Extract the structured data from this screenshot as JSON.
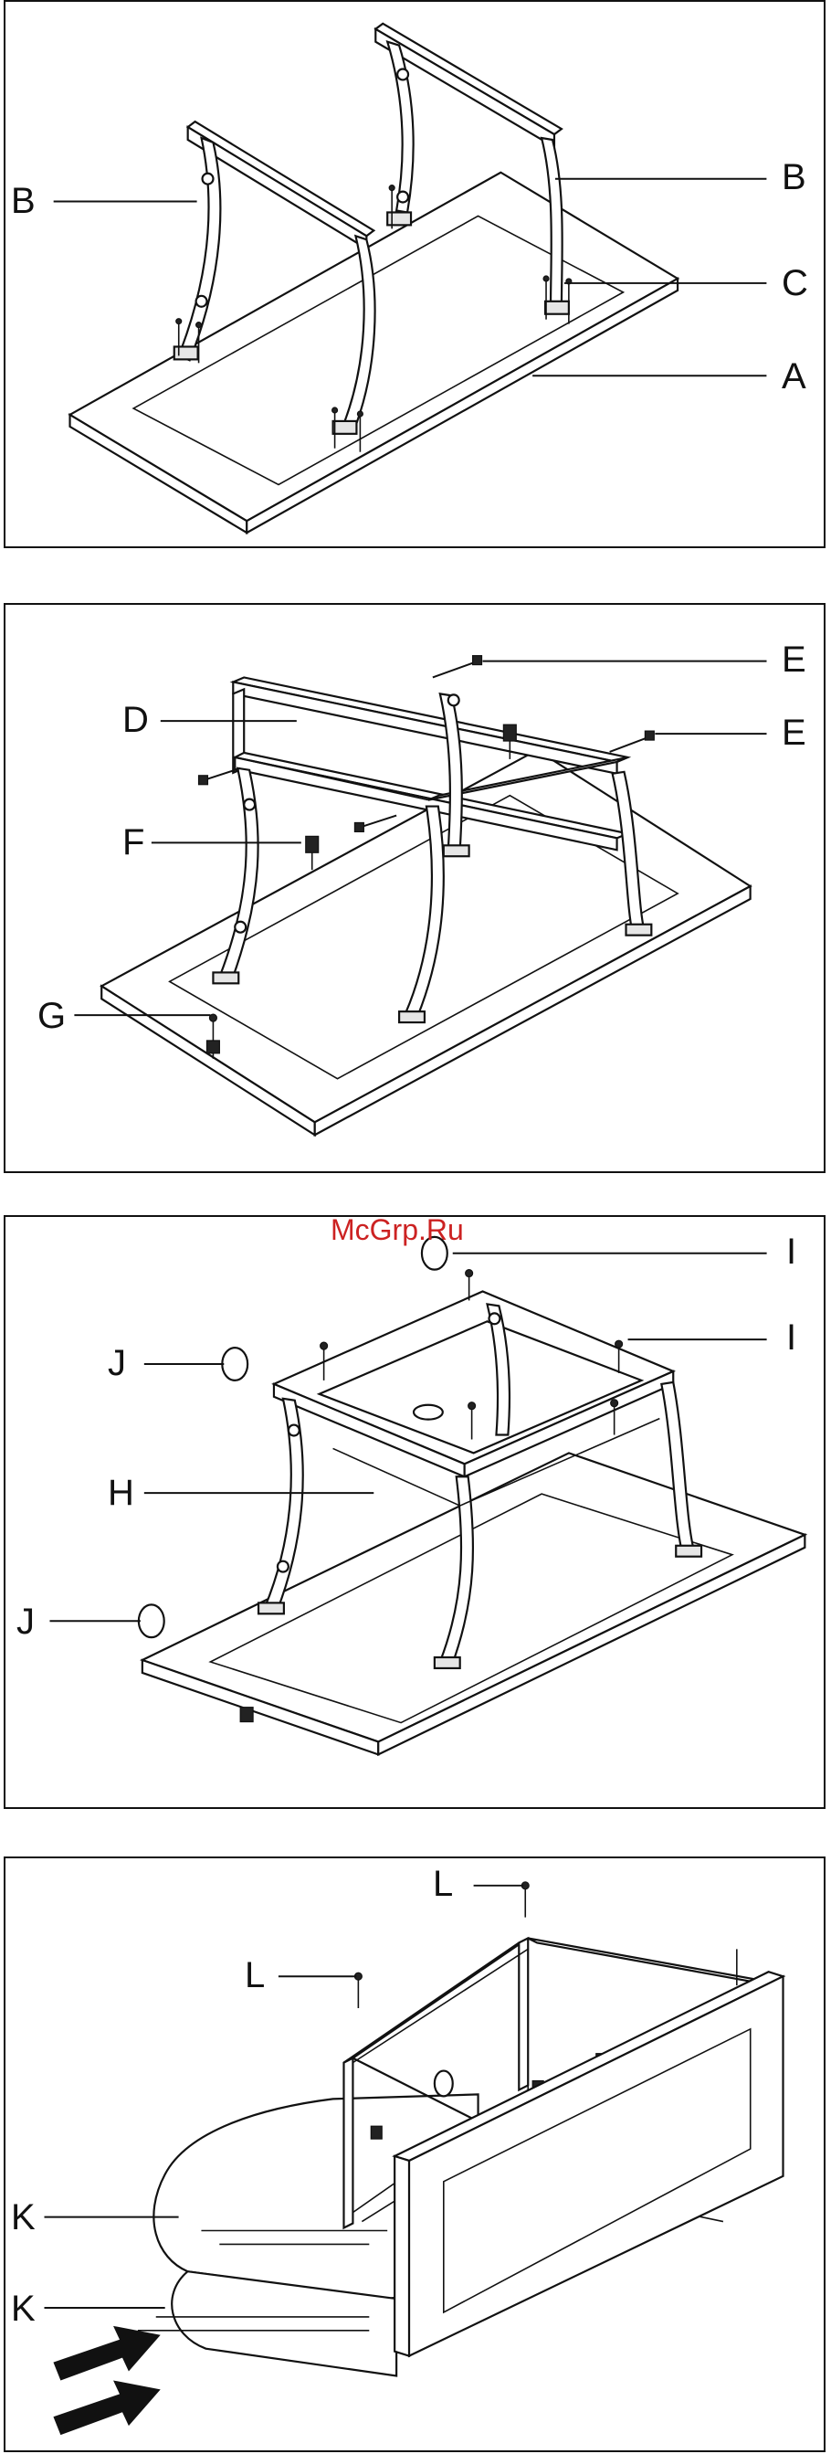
{
  "watermark": "McGrp.Ru",
  "step1": {
    "labels": {
      "b_left": "B",
      "b_right": "B",
      "c": "C",
      "a": "A"
    }
  },
  "step2": {
    "labels": {
      "e_top": "E",
      "e_right": "E",
      "d": "D",
      "f": "F",
      "g": "G"
    }
  },
  "step3": {
    "labels": {
      "i_top": "I",
      "i_right": "I",
      "j_top": "J",
      "h": "H",
      "j_bottom": "J"
    }
  },
  "step4": {
    "labels": {
      "l_top": "L",
      "l_left": "L",
      "k_top": "K",
      "k_bottom": "K"
    }
  }
}
